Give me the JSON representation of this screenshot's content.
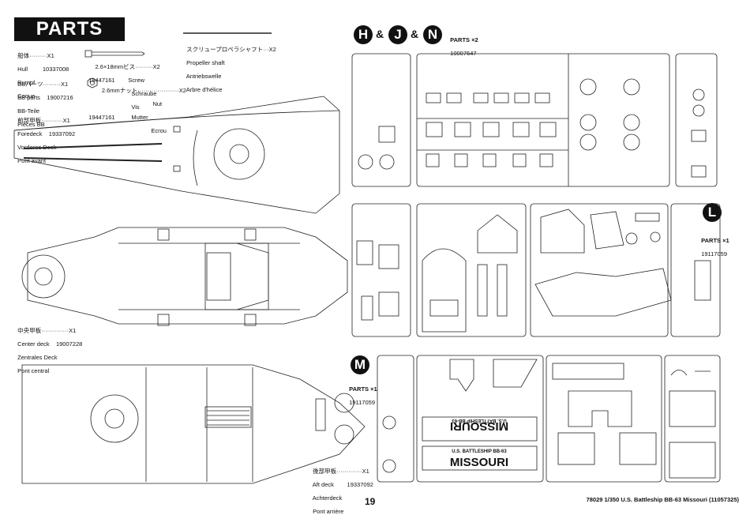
{
  "header": {
    "title": "PARTS"
  },
  "parts_list": {
    "hull": {
      "jp": "船体",
      "qty": "X1",
      "code": "10337008",
      "en": "Hull",
      "de": "Rumpf",
      "fr": "Coque"
    },
    "bb": {
      "jp": "BBパーツ",
      "qty": "X1",
      "code": "19007216",
      "en": "BB parts",
      "de": "BB-Teile",
      "fr": "Pièces BB"
    },
    "screw": {
      "jp": "2.6×18mmビス",
      "qty": "X2",
      "code": "19447161",
      "en": "Screw",
      "de": "Schraube",
      "fr": "Vis"
    },
    "nut": {
      "jp": "2.6mmナット",
      "qty": "X2",
      "code": "19447161",
      "en": "Nut",
      "de": "Mutter",
      "fr": "Ecrou"
    },
    "shaft": {
      "jp": "スクリュープロペラシャフト",
      "qty": "X2",
      "en": "Propeller shaft",
      "de": "Antriebswelle",
      "fr": "Arbre d'hélice"
    },
    "foredeck": {
      "jp": "前部甲板",
      "qty": "X1",
      "code": "19337092",
      "en": "Foredeck",
      "de": "Vorderes Deck",
      "fr": "Pont avant"
    },
    "center": {
      "jp": "中央甲板",
      "qty": "X1",
      "code": "19007228",
      "en": "Center deck",
      "de": "Zentrales Deck",
      "fr": "Pont central"
    },
    "aft": {
      "jp": "後部甲板",
      "qty": "X1",
      "code": "19337092",
      "en": "Aft deck",
      "de": "Achterdeck",
      "fr": "Pont arrière"
    }
  },
  "sprues": {
    "hjn": {
      "letters": [
        "H",
        "J",
        "N"
      ],
      "amp": "&",
      "label": "PARTS",
      "qty": "×2",
      "code": "10007647"
    },
    "l": {
      "letter": "L",
      "label": "PARTS",
      "qty": "×1",
      "code": "19117059"
    },
    "m": {
      "letter": "M",
      "label": "PARTS",
      "qty": "×1",
      "code": "19117059"
    },
    "nameplate": {
      "line1": "U.S. BATTLESHIP BB-63",
      "line2": "MISSOURI"
    }
  },
  "footer": {
    "page": "19",
    "product": "78029  1/350 U.S. Battleship BB-63 Missouri (11057325)"
  }
}
